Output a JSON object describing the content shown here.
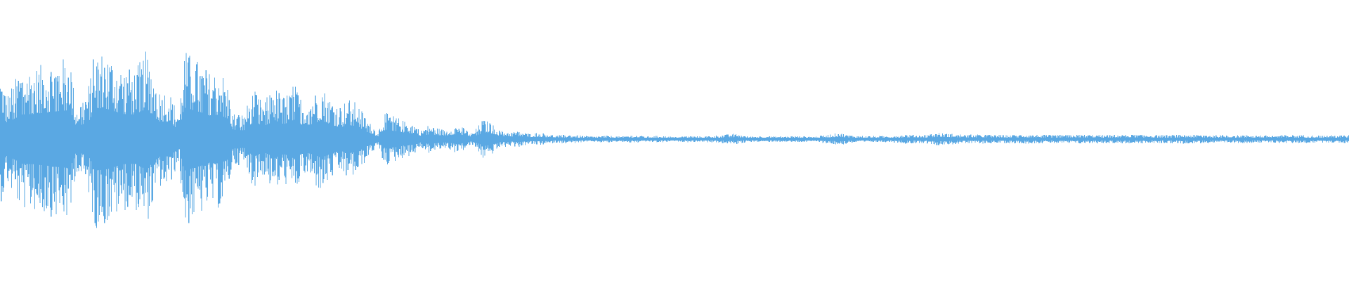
{
  "colors": {
    "background": "#ffffff",
    "waveform": "#5aa8e3"
  },
  "waveform": {
    "sample_count": 1568,
    "envelope": [
      [
        0.0,
        0.72
      ],
      [
        0.005,
        0.5
      ],
      [
        0.015,
        0.78
      ],
      [
        0.025,
        0.8
      ],
      [
        0.035,
        0.85
      ],
      [
        0.045,
        0.9
      ],
      [
        0.052,
        0.92
      ],
      [
        0.056,
        0.35
      ],
      [
        0.06,
        0.45
      ],
      [
        0.065,
        0.55
      ],
      [
        0.07,
        1.0
      ],
      [
        0.08,
        0.95
      ],
      [
        0.09,
        0.8
      ],
      [
        0.1,
        0.78
      ],
      [
        0.108,
        0.98
      ],
      [
        0.113,
        0.75
      ],
      [
        0.118,
        0.55
      ],
      [
        0.125,
        0.55
      ],
      [
        0.13,
        0.35
      ],
      [
        0.133,
        0.3
      ],
      [
        0.136,
        1.0
      ],
      [
        0.145,
        0.9
      ],
      [
        0.155,
        0.75
      ],
      [
        0.163,
        0.78
      ],
      [
        0.168,
        0.65
      ],
      [
        0.172,
        0.3
      ],
      [
        0.18,
        0.28
      ],
      [
        0.188,
        0.55
      ],
      [
        0.195,
        0.4
      ],
      [
        0.203,
        0.6
      ],
      [
        0.21,
        0.48
      ],
      [
        0.218,
        0.62
      ],
      [
        0.225,
        0.4
      ],
      [
        0.232,
        0.5
      ],
      [
        0.238,
        0.6
      ],
      [
        0.245,
        0.45
      ],
      [
        0.252,
        0.38
      ],
      [
        0.258,
        0.45
      ],
      [
        0.265,
        0.4
      ],
      [
        0.272,
        0.22
      ],
      [
        0.28,
        0.08
      ],
      [
        0.285,
        0.3
      ],
      [
        0.292,
        0.26
      ],
      [
        0.3,
        0.2
      ],
      [
        0.306,
        0.18
      ],
      [
        0.312,
        0.1
      ],
      [
        0.318,
        0.16
      ],
      [
        0.325,
        0.12
      ],
      [
        0.332,
        0.1
      ],
      [
        0.336,
        0.15
      ],
      [
        0.342,
        0.14
      ],
      [
        0.35,
        0.06
      ],
      [
        0.358,
        0.22
      ],
      [
        0.364,
        0.18
      ],
      [
        0.37,
        0.1
      ],
      [
        0.378,
        0.08
      ],
      [
        0.385,
        0.09
      ],
      [
        0.392,
        0.06
      ],
      [
        0.398,
        0.07
      ],
      [
        0.405,
        0.06
      ],
      [
        0.412,
        0.04
      ],
      [
        0.42,
        0.05
      ],
      [
        0.43,
        0.04
      ],
      [
        0.44,
        0.03
      ],
      [
        0.45,
        0.04
      ],
      [
        0.46,
        0.03
      ],
      [
        0.47,
        0.045
      ],
      [
        0.48,
        0.03
      ],
      [
        0.49,
        0.04
      ],
      [
        0.5,
        0.025
      ],
      [
        0.51,
        0.035
      ],
      [
        0.52,
        0.03
      ],
      [
        0.53,
        0.04
      ],
      [
        0.545,
        0.06
      ],
      [
        0.555,
        0.03
      ],
      [
        0.565,
        0.035
      ],
      [
        0.575,
        0.03
      ],
      [
        0.59,
        0.035
      ],
      [
        0.605,
        0.03
      ],
      [
        0.622,
        0.07
      ],
      [
        0.632,
        0.04
      ],
      [
        0.645,
        0.035
      ],
      [
        0.66,
        0.035
      ],
      [
        0.672,
        0.05
      ],
      [
        0.685,
        0.045
      ],
      [
        0.695,
        0.07
      ],
      [
        0.705,
        0.06
      ],
      [
        0.715,
        0.05
      ],
      [
        0.73,
        0.05
      ],
      [
        0.745,
        0.045
      ],
      [
        0.76,
        0.05
      ],
      [
        0.78,
        0.045
      ],
      [
        0.8,
        0.05
      ],
      [
        0.82,
        0.045
      ],
      [
        0.84,
        0.05
      ],
      [
        0.86,
        0.045
      ],
      [
        0.88,
        0.05
      ],
      [
        0.9,
        0.045
      ],
      [
        0.92,
        0.045
      ],
      [
        0.94,
        0.04
      ],
      [
        0.96,
        0.045
      ],
      [
        0.98,
        0.04
      ],
      [
        1.0,
        0.045
      ]
    ]
  }
}
